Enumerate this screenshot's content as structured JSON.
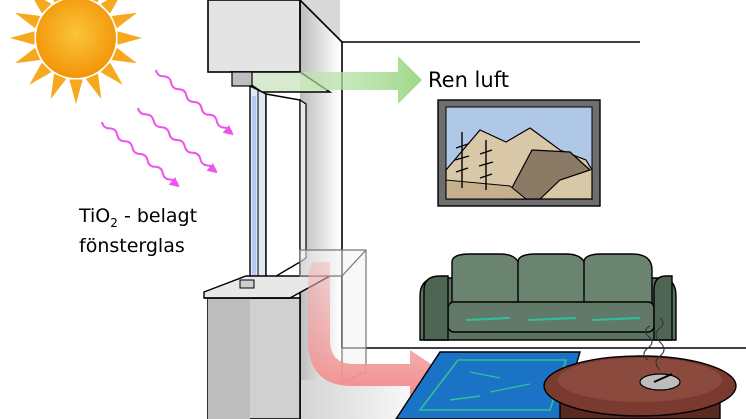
{
  "labels": {
    "clean_air": "Ren luft",
    "coated_glass_prefix": "TiO",
    "coated_glass_subscript": "2",
    "coated_glass_suffix": " - belagt",
    "coated_glass_line2": "fönsterglas"
  },
  "colors": {
    "sun_core": "#f59c0c",
    "sun_rays": "#f7a91e",
    "uv_rays": "#ee55ee",
    "clean_air_arrow": "#a5db93",
    "polluted_air_arrow": "#ee8a8a",
    "sofa": "#5c7260",
    "rug": "#1a73c4",
    "rug_pattern": "#2ec09a",
    "table_top": "#7a3a30",
    "wall_shadow": "#d2d2d2",
    "painting_sky": "#b0c8e8",
    "painting_mountain": "#d8c8a8"
  },
  "icons": [
    "sun-icon",
    "uv-ray-icon",
    "window-icon",
    "sofa-icon",
    "painting-icon",
    "coffee-table-icon",
    "ashtray-icon",
    "smoke-icon",
    "rug-icon"
  ]
}
